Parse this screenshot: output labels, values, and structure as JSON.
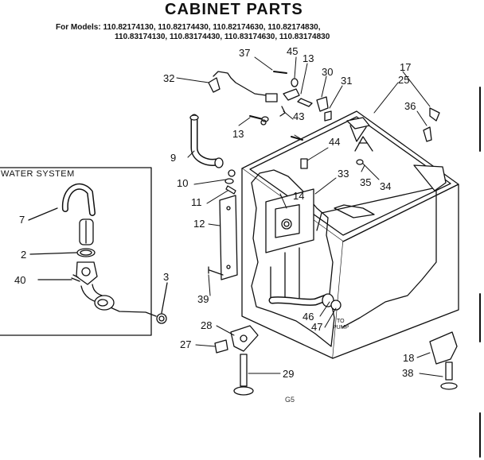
{
  "header": {
    "title": "CABINET PARTS",
    "models_prefix": "For Models:",
    "models_line1": "110.82174130, 110.82174430, 110.82174630, 110.82174830,",
    "models_line2": "110.83174130, 110.83174430, 110.83174630, 110.83174830"
  },
  "inset": {
    "label": "WATER SYSTEM"
  },
  "callouts": {
    "c2": "2",
    "c3": "3",
    "c7": "7",
    "c9": "9",
    "c10": "10",
    "c11": "11",
    "c12": "12",
    "c13a": "13",
    "c13b": "13",
    "c14": "14",
    "c17": "17",
    "c18": "18",
    "c25": "25",
    "c27": "27",
    "c28": "28",
    "c29": "29",
    "c30": "30",
    "c31": "31",
    "c32": "32",
    "c33": "33",
    "c34": "34",
    "c35": "35",
    "c36": "36",
    "c37": "37",
    "c38": "38",
    "c39": "39",
    "c40": "40",
    "c43": "43",
    "c44": "44",
    "c45": "45",
    "c46": "46",
    "c47": "47"
  },
  "to_pump": {
    "line1": "TO",
    "line2": "PUMP"
  },
  "diagram_code": "G5"
}
